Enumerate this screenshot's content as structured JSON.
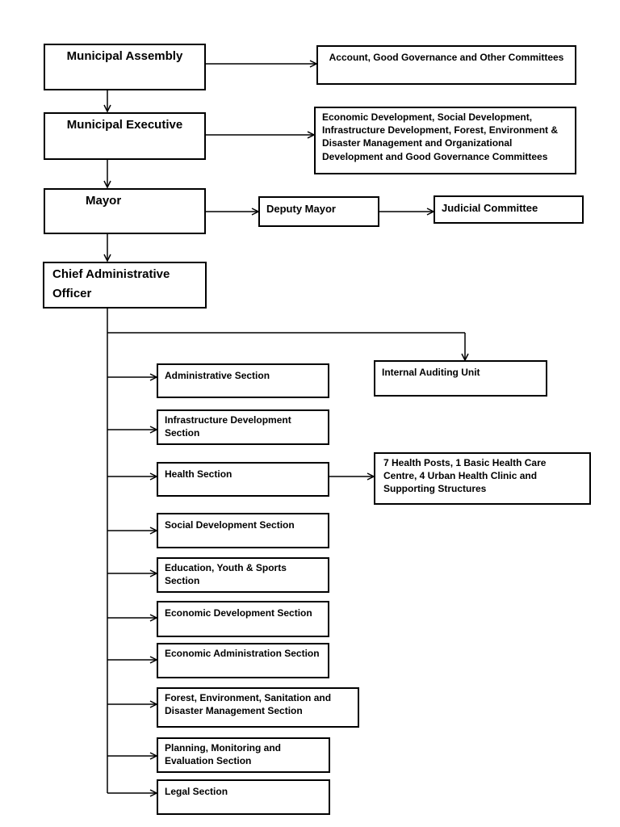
{
  "nodes": {
    "municipal_assembly": "Municipal Assembly",
    "committees_1": "Account, Good Governance and Other Committees",
    "municipal_executive": "Municipal Executive",
    "committees_2": "Economic Development, Social Development, Infrastructure Development, Forest, Environment & Disaster Management and Organizational Development and Good Governance Committees",
    "mayor": "Mayor",
    "deputy_mayor": "Deputy Mayor",
    "judicial_committee": "Judicial Committee",
    "cao": "Chief Administrative Officer",
    "internal_auditing": "Internal Auditing Unit",
    "health_posts": "7 Health Posts, 1 Basic Health Care Centre, 4 Urban Health Clinic and Supporting Structures"
  },
  "sections": [
    "Administrative Section",
    "Infrastructure Development Section",
    "Health Section",
    "Social Development Section",
    "Education, Youth & Sports Section",
    "Economic Development Section",
    "Economic Administration Section",
    "Forest, Environment, Sanitation and Disaster Management Section",
    "Planning, Monitoring and Evaluation Section",
    "Legal Section"
  ]
}
